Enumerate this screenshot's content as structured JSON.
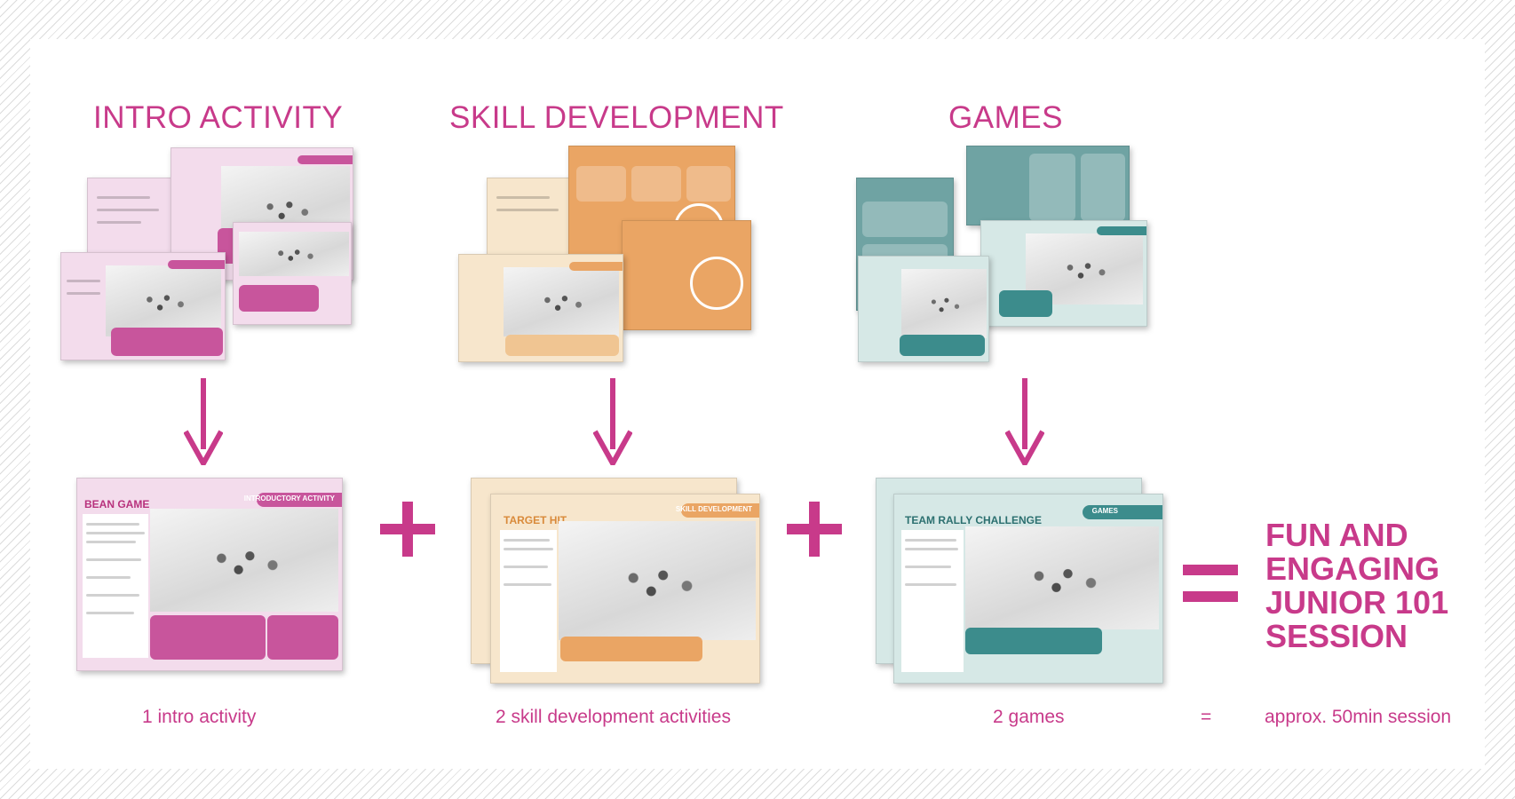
{
  "headings": {
    "intro": "INTRO ACTIVITY",
    "skill": "SKILL DEVELOPMENT",
    "games": "GAMES"
  },
  "cards": {
    "intro_title": "BEAN GAME",
    "intro_tag": "INTRODUCTORY ACTIVITY",
    "skill_title": "TARGET HIT",
    "skill_tag": "SKILL DEVELOPMENT",
    "games_title": "TEAM RALLY CHALLENGE",
    "games_tag": "GAMES"
  },
  "captions": {
    "intro": "1 intro activity",
    "skill": "2 skill development activities",
    "games": "2 games",
    "equals": "=",
    "session": "approx. 50min session"
  },
  "result": {
    "line1": "FUN AND",
    "line2": "ENGAGING",
    "line3": "JUNIOR 101",
    "line4": "SESSION"
  },
  "colors": {
    "magenta": "#c83a8a",
    "pink_card": "#d98cc0",
    "pink_light": "#f4dbea",
    "orange_card": "#eaa564",
    "orange_light": "#f7e6cc",
    "teal_card": "#6fa3a3",
    "teal_light": "#d6e8e6",
    "text_magenta": "#b8327d"
  },
  "icons": {
    "arrow": "down-arrow-icon",
    "plus": "plus-icon",
    "equals": "equals-icon"
  }
}
